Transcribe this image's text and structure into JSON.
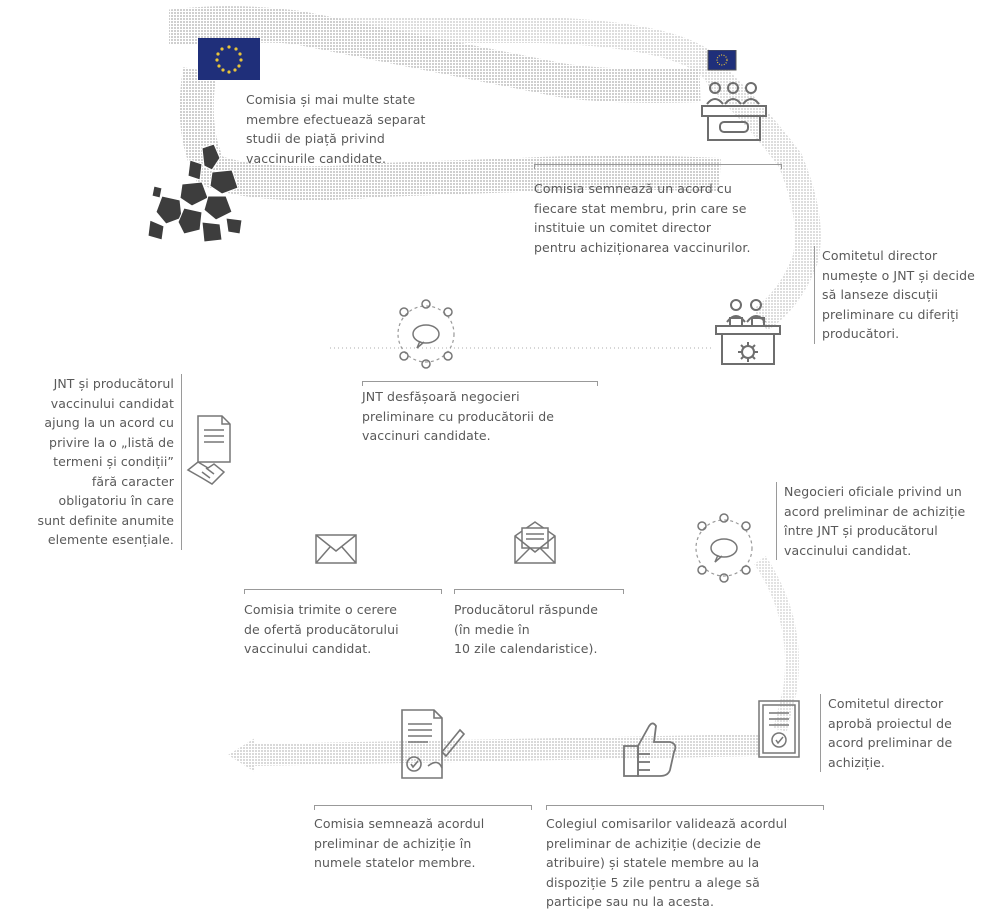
{
  "steps": {
    "s1": "Comisia și mai multe state\nmembre efectuează separat\nstudii de piață privind\nvaccinurile candidate.",
    "s2": "Comisia semnează un acord cu\nfiecare stat membru, prin care se\ninstituie un comitet director\npentru achiziționarea vaccinurilor.",
    "s3": "Comitetul director\nnumește o JNT și decide\nsă lanseze discuții\npreliminare cu diferiți\nproducători.",
    "s4": "JNT desfășoară negocieri\npreliminare cu producătorii de\nvaccinuri candidate.",
    "s5": "JNT și producătorul\nvaccinului candidat\najung la un acord cu\nprivire la o „listă de\ntermeni și condiții”\nfără caracter\nobligatoriu în care\nsunt definite anumite\nelemente esențiale.",
    "s6": "Comisia trimite o cerere\nde ofertă producătorului\nvaccinului candidat.",
    "s7": "Producătorul răspunde\n(în medie în\n10 zile calendaristice).",
    "s8": "Negocieri oficiale privind un\nacord preliminar de achiziție\nîntre JNT și producătorul\nvaccinului candidat.",
    "s9": "Comitetul director\naprobă proiectul de\nacord preliminar de\nachiziție.",
    "s10": "Colegiul comisarilor validează acordul\npreliminar de achiziție (decizie de\natribuire) și statele membre au la\ndispoziție 5 zile pentru a alege să\nparticipe sau nu la acesta.",
    "s11": "Comisia semnează acordul\npreliminar de achiziție în\nnumele statelor membre."
  },
  "colors": {
    "text": "#595959",
    "flag": "#1f2f7a",
    "star": "#e8c43a",
    "path": "#d6d6d6",
    "icon": "#6e6e6e",
    "map": "#3d3d3d"
  },
  "icons": [
    "eu-flag-icon",
    "europe-map-icon",
    "committee-table-icon",
    "steering-committee-icon",
    "network-chat-icon",
    "contract-handshake-icon",
    "envelope-icon",
    "open-envelope-icon",
    "certificate-icon",
    "thumbs-up-icon",
    "signed-contract-icon"
  ]
}
